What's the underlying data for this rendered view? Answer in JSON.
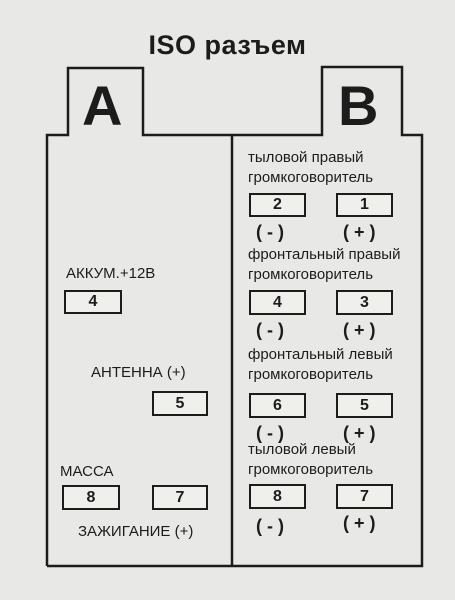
{
  "title": "ISO разъем",
  "blocks": {
    "a": {
      "letter": "A",
      "labels": {
        "akkum": "АККУМ.+12В",
        "antenna": "АНТЕННА (+)",
        "massa": "МАССА",
        "zazhiganie": "ЗАЖИГАНИЕ (+)"
      },
      "pins": {
        "akkum": "4",
        "antenna": "5",
        "massa": "8",
        "zazhiganie": "7"
      }
    },
    "b": {
      "letter": "B",
      "groups": [
        {
          "line1": "тыловой правый",
          "line2": "громкоговоритель",
          "pin_minus": "2",
          "pin_plus": "1",
          "minus": "( - )",
          "plus": "( + )"
        },
        {
          "line1": "фронтальный правый",
          "line2": "громкоговоритель",
          "pin_minus": "4",
          "pin_plus": "3",
          "minus": "( - )",
          "plus": "( + )"
        },
        {
          "line1": "фронтальный левый",
          "line2": "громкоговоритель",
          "pin_minus": "6",
          "pin_plus": "5",
          "minus": "( - )",
          "plus": "( + )"
        },
        {
          "line1": "тыловой левый",
          "line2": "громкоговоритель",
          "pin_minus": "8",
          "pin_plus": "7",
          "minus": "( - )",
          "plus": "( + )"
        }
      ]
    }
  }
}
